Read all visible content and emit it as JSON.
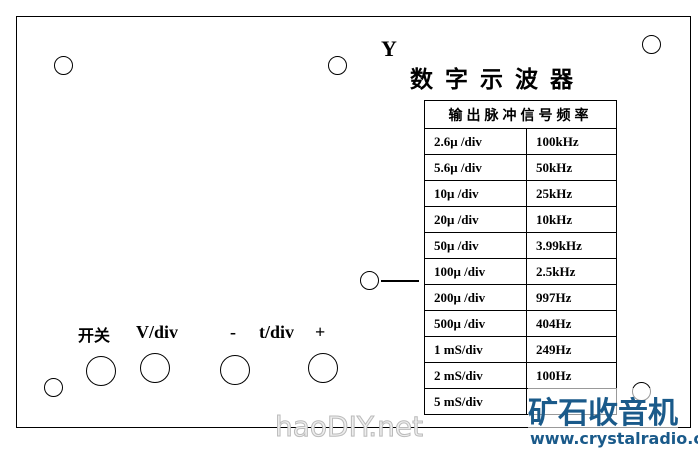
{
  "channel": "Y",
  "title": "数字示波器",
  "table": {
    "header": "输出脉冲信号频率",
    "rows": [
      [
        "2.6μ /div",
        "100kHz"
      ],
      [
        "5.6μ /div",
        "50kHz"
      ],
      [
        "10μ /div",
        "25kHz"
      ],
      [
        "20μ /div",
        "10kHz"
      ],
      [
        "50μ /div",
        "3.99kHz"
      ],
      [
        "100μ /div",
        "2.5kHz"
      ],
      [
        "200μ /div",
        "997Hz"
      ],
      [
        "500μ /div",
        "404Hz"
      ],
      [
        "1 mS/div",
        "249Hz"
      ],
      [
        "2 mS/div",
        "100Hz"
      ],
      [
        "5 mS/div",
        ""
      ]
    ]
  },
  "controls": {
    "power": "开关",
    "vdiv": "V/div",
    "minus": "-",
    "tdiv": "t/div",
    "plus": "+"
  },
  "watermarks": {
    "left": "haoDIY.net",
    "right_title": "矿石收音机",
    "right_url": "www.crystalradio.cn"
  }
}
